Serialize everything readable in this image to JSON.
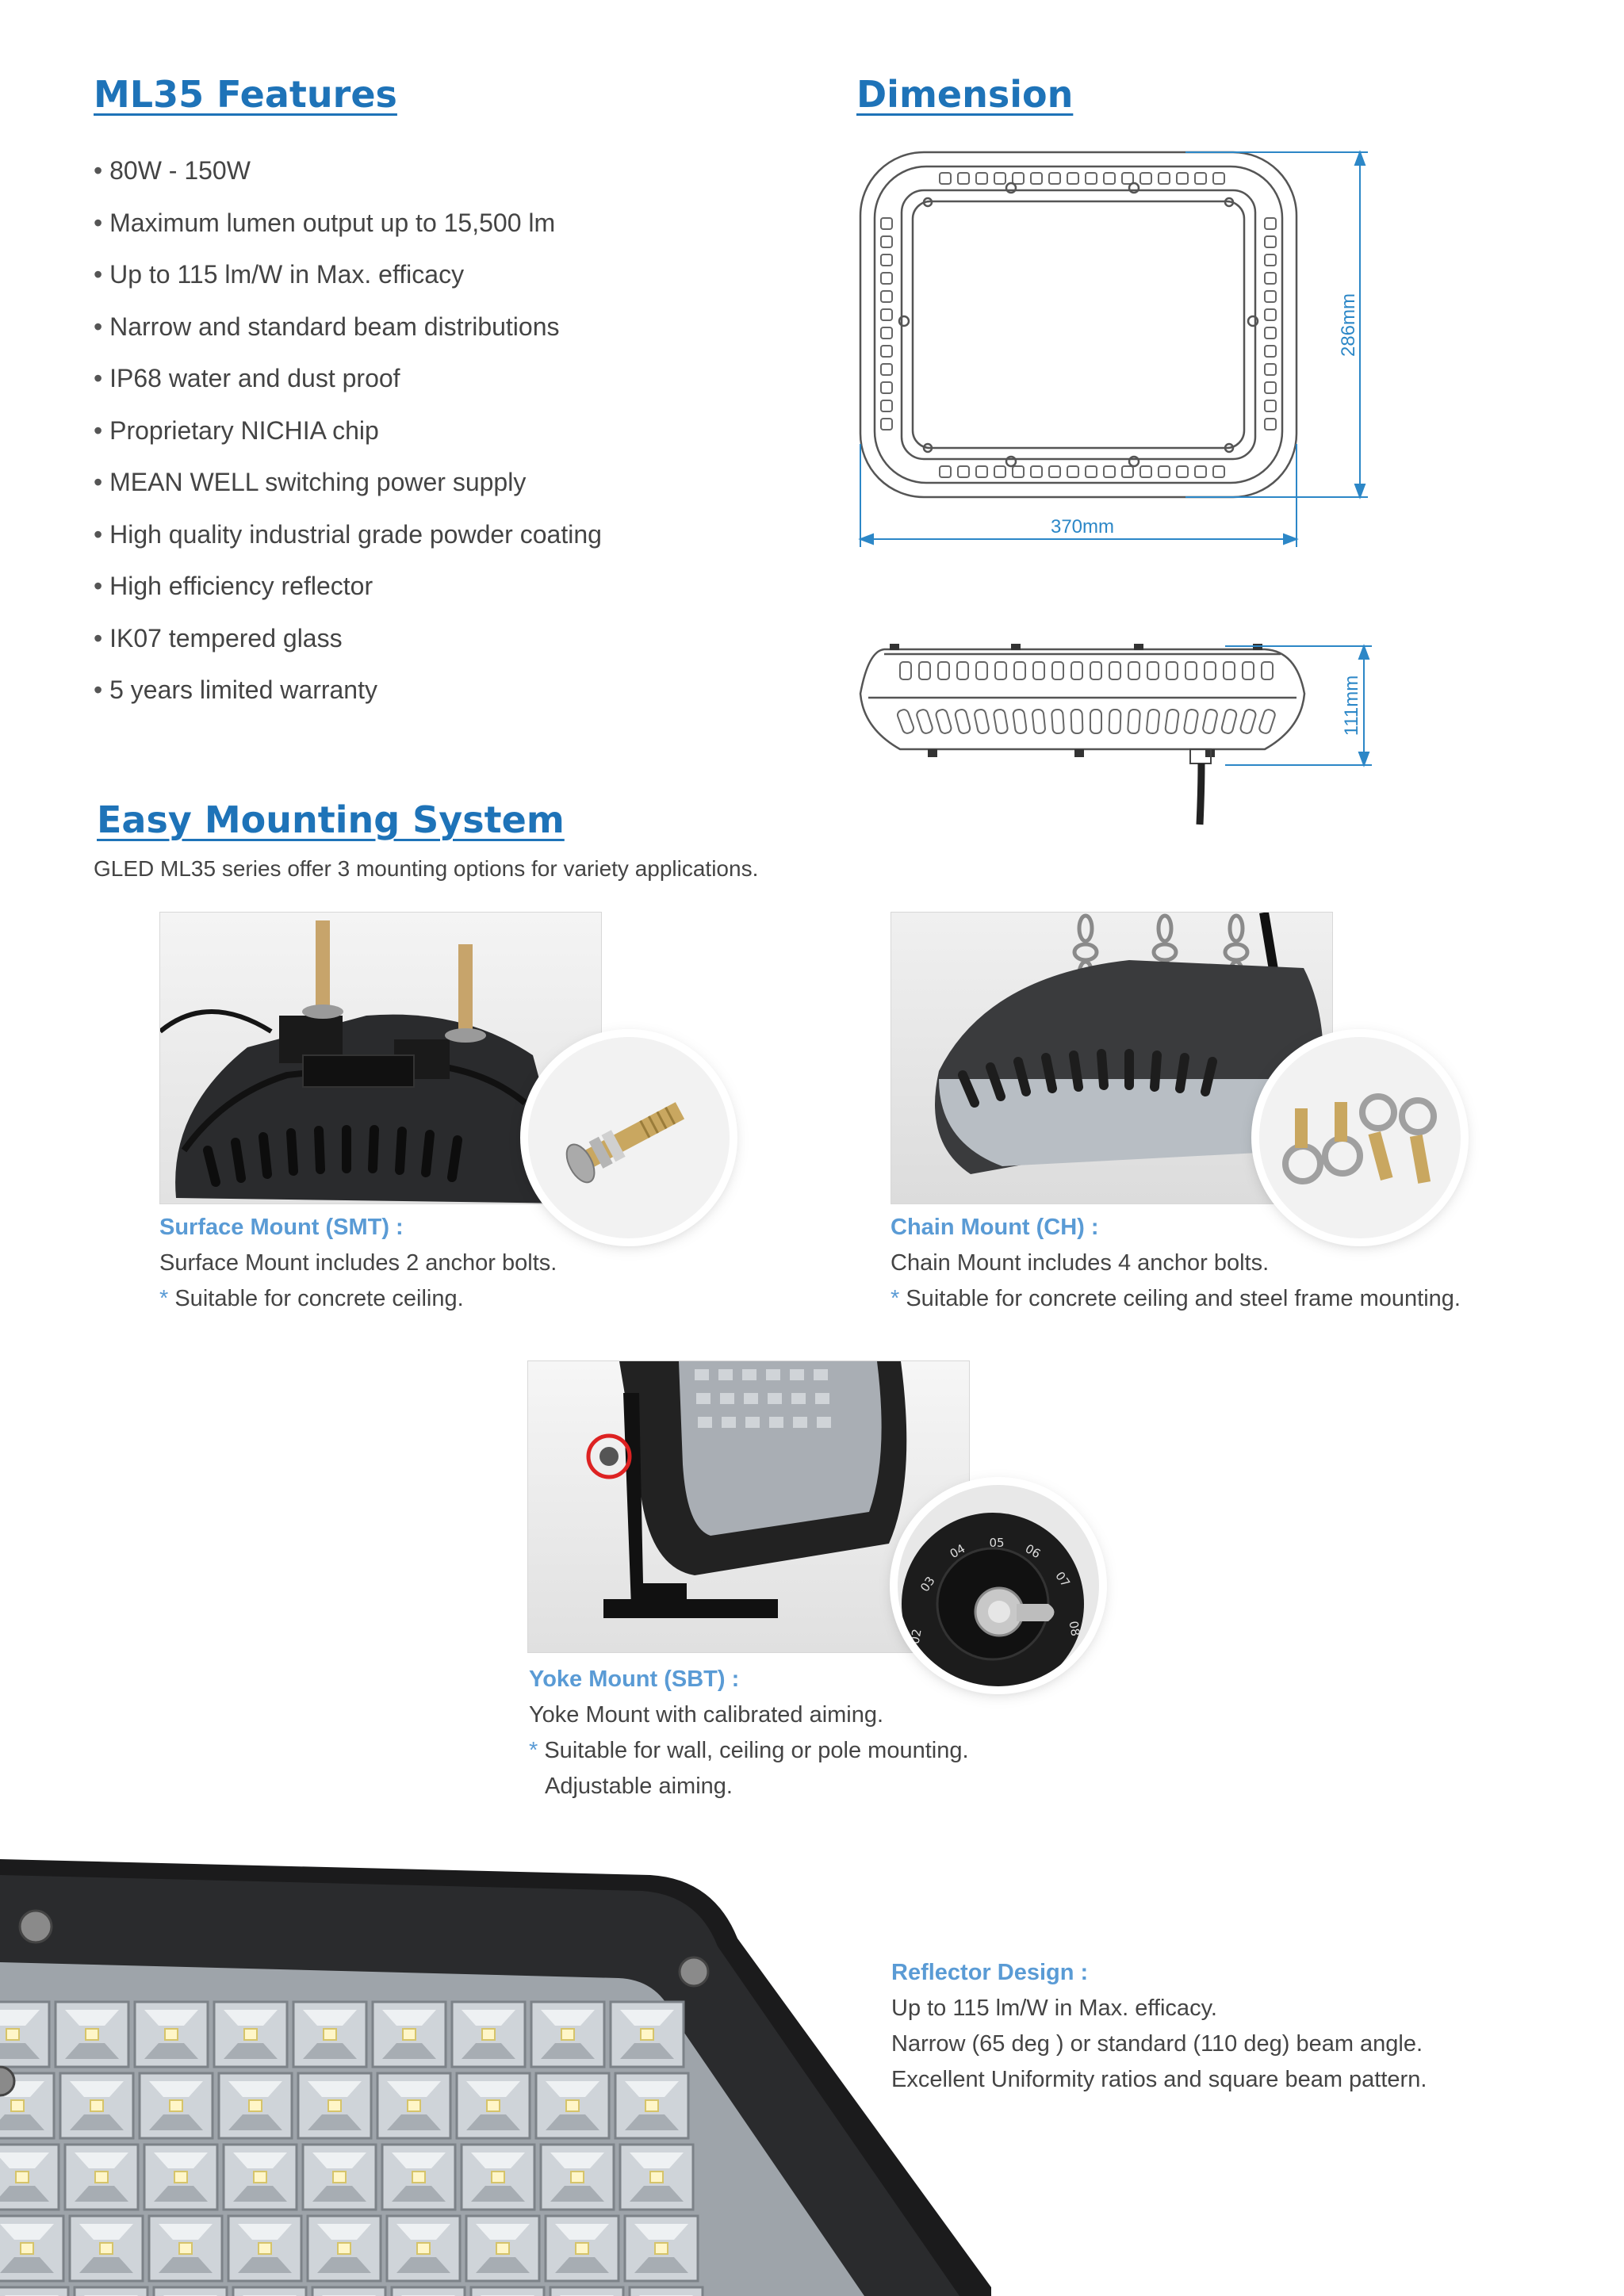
{
  "features": {
    "heading": "ML35 Features",
    "items": [
      "80W - 150W",
      "Maximum lumen output up to 15,500 lm",
      "Up to 115 lm/W in Max. efficacy",
      "Narrow and standard beam distributions",
      "IP68 water and dust proof",
      "Proprietary NICHIA chip",
      "MEAN WELL switching power supply",
      "High quality industrial grade powder coating",
      "High efficiency reflector",
      "IK07 tempered glass",
      "5 years limited warranty"
    ]
  },
  "dimension": {
    "heading": "Dimension",
    "width": "370mm",
    "height": "286mm",
    "depth": "111mm"
  },
  "mounting": {
    "heading": "Easy Mounting System",
    "intro": "GLED ML35 series offer 3 mounting options for variety applications.",
    "options": [
      {
        "title": "Surface Mount (SMT) :",
        "description": "Surface Mount includes 2 anchor bolts.",
        "notes": [
          "Suitable for concrete ceiling."
        ]
      },
      {
        "title": "Chain Mount (CH) :",
        "description": "Chain Mount includes 4 anchor bolts.",
        "notes": [
          "Suitable for concrete ceiling and steel frame mounting."
        ]
      },
      {
        "title": "Yoke Mount (SBT) :",
        "description": "Yoke Mount with calibrated aiming.",
        "notes": [
          "Suitable for wall, ceiling or pole mounting.",
          "Adjustable aiming."
        ]
      }
    ],
    "dial_marks": [
      "02",
      "03",
      "04",
      "05",
      "06",
      "07",
      "08"
    ]
  },
  "reflector": {
    "title": "Reflector Design :",
    "lines": [
      "Up to 115 lm/W in Max. efficacy.",
      "Narrow (65 deg ) or standard (110 deg) beam angle.",
      "Excellent Uniformity ratios and square beam pattern."
    ]
  }
}
